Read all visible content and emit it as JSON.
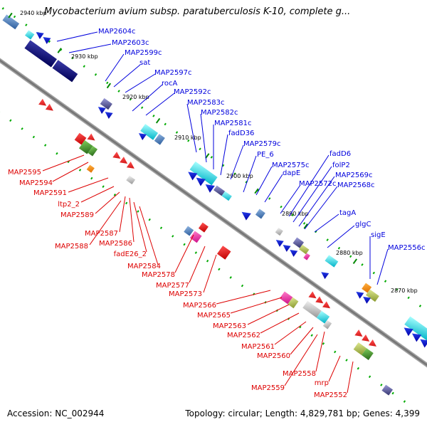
{
  "title": "Mycobacterium avium subsp. paratuberculosis K-10, complete g...",
  "accession": "Accession: NC_002944",
  "genome_info": "Topology: circular; Length: 4,829,781 bp; Genes: 4,399",
  "colors": {
    "forward_label": "#0000dd",
    "reverse_label": "#dd0000",
    "backbone": "#808080",
    "forward_gene": "#0000cc",
    "reverse_gene": "#ee0000"
  },
  "scale_ticks": [
    "2940 kbp",
    "2930 kbp",
    "2920 kbp",
    "2910 kbp",
    "2900 kbp",
    "2890 kbp",
    "2880 kbp",
    "2870 kbp"
  ],
  "forward_labels": [
    "MAP2604c",
    "MAP2603c",
    "MAP2599c",
    "sat",
    "MAP2597c",
    "rocA",
    "MAP2592c",
    "MAP2583c",
    "MAP2582c",
    "MAP2581c",
    "fadD36",
    "MAP2579c",
    "PE_6",
    "MAP2575c",
    "dapE",
    "fadD6",
    "folP2",
    "MAP2572c",
    "MAP2569c",
    "MAP2568c",
    "tagA",
    "glgC",
    "sigE",
    "MAP2556c"
  ],
  "reverse_labels": [
    "MAP2595",
    "MAP2594",
    "MAP2591",
    "ltp2_2",
    "MAP2589",
    "MAP2587",
    "MAP2588",
    "MAP2586",
    "fadE26_2",
    "MAP2584",
    "MAP2578",
    "MAP2577",
    "MAP2573",
    "MAP2566",
    "MAP2565",
    "MAP2563",
    "MAP2562",
    "MAP2561",
    "MAP2560",
    "MAP2558",
    "MAP2559",
    "mrp",
    "MAP2552"
  ]
}
